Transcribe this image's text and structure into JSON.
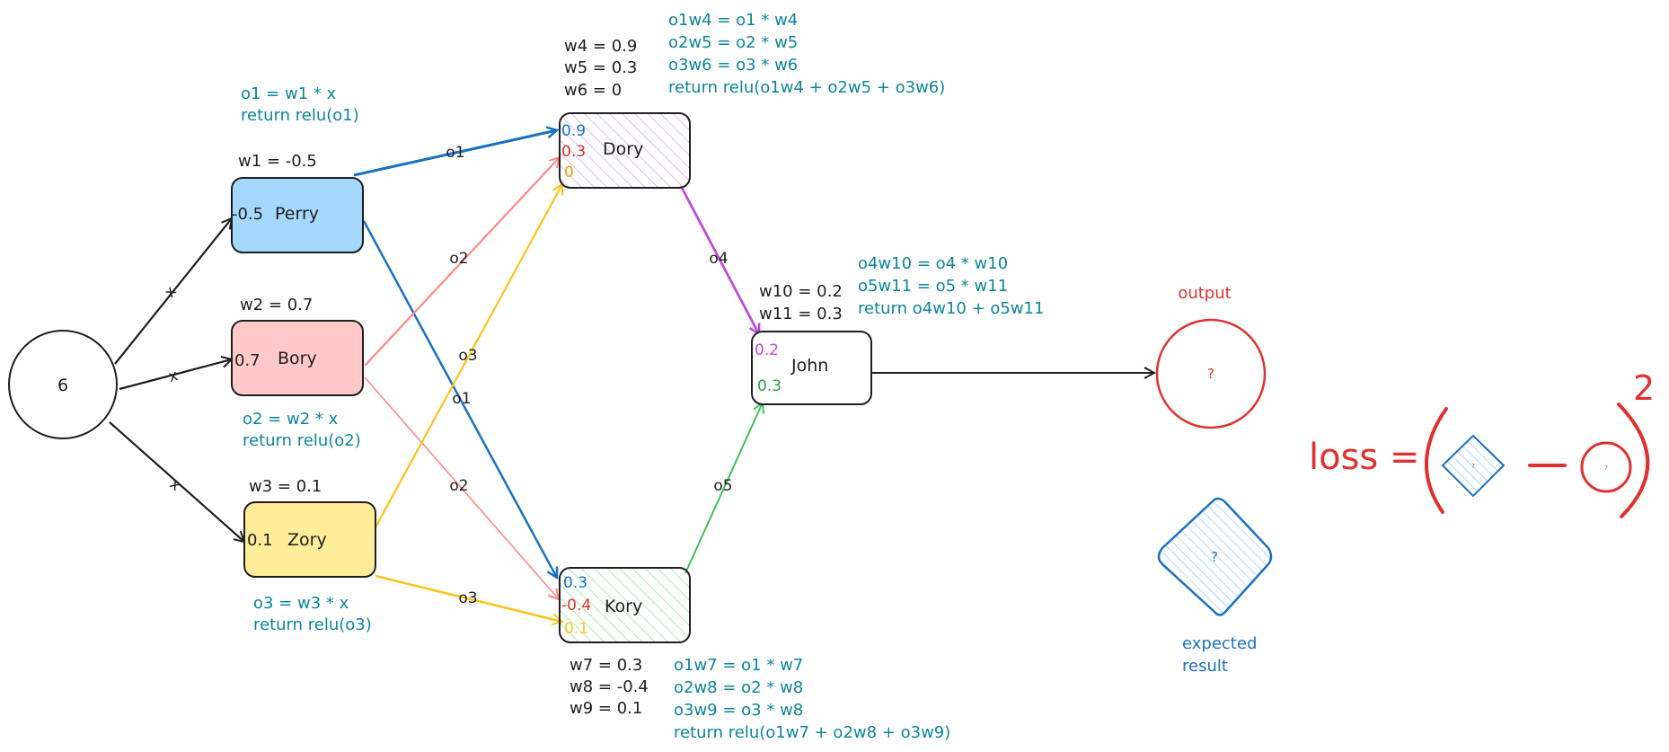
{
  "colors": {
    "ink": "#1e1e1e",
    "blue": "#1971c2",
    "red": "#e03131",
    "teal": "#0c8599",
    "purple": "#be4bdb",
    "green": "#40c057",
    "yellow": "#fcc419",
    "orange": "#f59f00",
    "pink": "#ff8787",
    "perry_fill": "#a5d8ff",
    "bory_fill": "#ffc9c9",
    "zory_fill": "#ffec99",
    "dory_hatch": "#d0aaf0",
    "kory_hatch": "#8ce99a",
    "diamond_hatch": "#74c0fc"
  },
  "input": {
    "value": "6"
  },
  "edge_labels": {
    "x1": "x",
    "x2": "x",
    "x3": "x",
    "o1_to_dory": "o1",
    "o1_to_kory": "o1",
    "o2_to_dory": "o2",
    "o2_to_kory": "o2",
    "o3_to_dory": "o3",
    "o3_to_kory": "o3",
    "o4": "o4",
    "o5": "o5"
  },
  "perry": {
    "name": "Perry",
    "value": "-0.5",
    "weight": "w1 = -0.5",
    "code": [
      "o1 = w1 * x",
      "return relu(o1)"
    ]
  },
  "bory": {
    "name": "Bory",
    "value": "0.7",
    "weight": "w2 = 0.7",
    "code": [
      "o2 = w2 * x",
      "return relu(o2)"
    ]
  },
  "zory": {
    "name": "Zory",
    "value": "0.1",
    "weight": "w3 = 0.1",
    "code": [
      "o3 = w3 * x",
      "return relu(o3)"
    ]
  },
  "dory": {
    "name": "Dory",
    "values": [
      "0.9",
      "0.3",
      "0"
    ],
    "weights": [
      "w4 = 0.9",
      "w5 = 0.3",
      "w6 = 0"
    ],
    "code": [
      "o1w4 = o1 * w4",
      "o2w5 = o2 * w5",
      "o3w6 = o3 * w6",
      "return relu(o1w4 + o2w5 + o3w6)"
    ]
  },
  "kory": {
    "name": "Kory",
    "values": [
      "0.3",
      "-0.4",
      "0.1"
    ],
    "weights": [
      "w7 = 0.3",
      "w8 = -0.4",
      "w9 = 0.1"
    ],
    "code": [
      "o1w7 = o1 * w7",
      "o2w8 = o2 * w8",
      "o3w9 = o3 * w8",
      "return relu(o1w7 + o2w8 + o3w9)"
    ]
  },
  "john": {
    "name": "John",
    "values": [
      "0.2",
      "0.3"
    ],
    "weights": [
      "w10 = 0.2",
      "w11 = 0.3"
    ],
    "code": [
      "o4w10 = o4 * w10",
      "o5w11 = o5 * w11",
      "return o4w10 + o5w11"
    ]
  },
  "output": {
    "label": "output",
    "value": "?"
  },
  "expected": {
    "value": "?",
    "label_lines": [
      "expected",
      "result"
    ]
  },
  "loss": {
    "text": "loss =",
    "minus": "—",
    "exponent": "2",
    "small_q": "?"
  }
}
